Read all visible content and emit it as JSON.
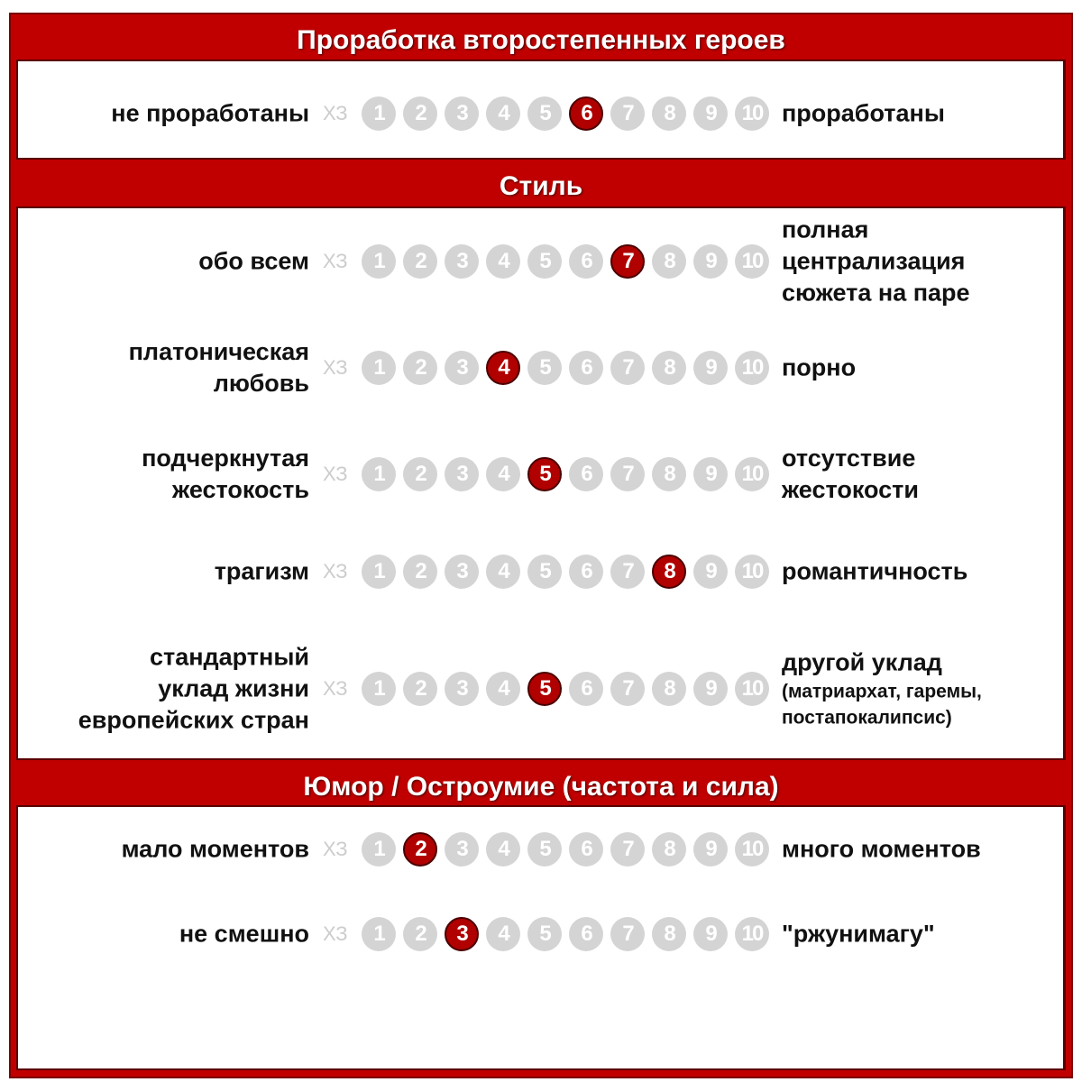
{
  "unknown_label": "ХЗ",
  "scale": [
    1,
    2,
    3,
    4,
    5,
    6,
    7,
    8,
    9,
    10
  ],
  "sections": [
    {
      "title": "Проработка второстепенных героев"
    },
    {
      "title": "Стиль"
    },
    {
      "title": "Юмор / Остроумие (частота и сила)"
    }
  ],
  "rows": [
    {
      "left": [
        "не проработаны"
      ],
      "right": [
        "проработаны"
      ],
      "right_sub": [],
      "value": 6
    },
    {
      "left": [
        "обо всем"
      ],
      "right": [
        "полная",
        "централизация",
        "сюжета на паре"
      ],
      "right_sub": [],
      "value": 7
    },
    {
      "left": [
        "платоническая",
        "любовь"
      ],
      "right": [
        "порно"
      ],
      "right_sub": [],
      "value": 4
    },
    {
      "left": [
        "подчеркнутая",
        "жестокость"
      ],
      "right": [
        "отсутствие",
        "жестокости"
      ],
      "right_sub": [],
      "value": 5
    },
    {
      "left": [
        "трагизм"
      ],
      "right": [
        "романтичность"
      ],
      "right_sub": [],
      "value": 8
    },
    {
      "left": [
        "стандартный",
        "уклад жизни",
        "европейских стран"
      ],
      "right": [
        "другой уклад"
      ],
      "right_sub": [
        "(матриархат, гаремы,",
        "постапокалипсис)"
      ],
      "value": 5
    },
    {
      "left": [
        "мало моментов"
      ],
      "right": [
        "много моментов"
      ],
      "right_sub": [],
      "value": 2
    },
    {
      "left": [
        "не смешно"
      ],
      "right": [
        "\"ржунимагу\""
      ],
      "right_sub": [],
      "value": 3
    }
  ],
  "colors": {
    "accent": "#c00000",
    "inactive": "#d4d4d4"
  }
}
